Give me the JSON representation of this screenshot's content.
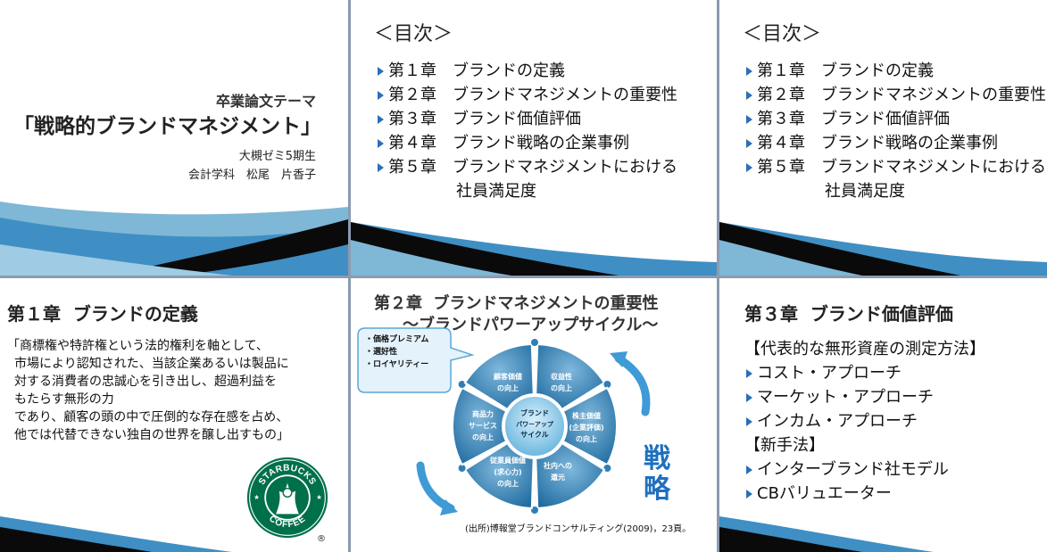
{
  "slide1": {
    "subtitle": "卒業論文テーマ",
    "title": "「戦略的ブランドマネジメント」",
    "seminar": "大槻ゼミ5期生",
    "author": "会計学科　松尾　片香子"
  },
  "slide2": {
    "heading": "＜目次＞",
    "items": [
      "第１章　ブランドの定義",
      "第２章　ブランドマネジメントの重要性",
      "第３章　ブランド価値評価",
      "第４章　ブランド戦略の企業事例",
      "第５章　ブランドマネジメントにおける",
      "社員満足度"
    ]
  },
  "slide3": {
    "heading": "＜目次＞",
    "items": [
      "第１章　ブランドの定義",
      "第２章　ブランドマネジメントの重要性",
      "第３章　ブランド価値評価",
      "第４章　ブランド戦略の企業事例",
      "第５章　ブランドマネジメントにおける",
      "社員満足度"
    ]
  },
  "slide4": {
    "title": "第１章  ブランドの定義",
    "quote": [
      "「商標権や特許権という法的権利を軸として、",
      "市場により認知された、当該企業あるいは製品に",
      "対する消費者の忠誠心を引き出し、超過利益を",
      "もたらす無形の力",
      "であり、顧客の頭の中で圧倒的な存在感を占め、",
      "他では代替できない独自の世界を醸し出すもの」"
    ],
    "logo_top": "STARBUCKS",
    "logo_bottom": "COFFEE",
    "registered": "®"
  },
  "slide5": {
    "title": "第２章  ブランドマネジメントの重要性",
    "subtitle": "～ブランドパワーアップサイクル～",
    "callout": [
      "・価格プレミアム",
      "・選好性",
      "・ロイヤリティー"
    ],
    "center": [
      "ブランド",
      "パワーアップ",
      "サイクル"
    ],
    "segments": [
      [
        "顧客価値",
        "の向上"
      ],
      [
        "収益性",
        "の向上"
      ],
      [
        "株主価値",
        "(企業評価)",
        "の向上"
      ],
      [
        "社内への",
        "還元"
      ],
      [
        "従業員価値",
        "(求心力)",
        "の向上"
      ],
      [
        "商品力",
        "サービス",
        "の向上"
      ]
    ],
    "strategy": [
      "戦",
      "略"
    ],
    "source": "(出所)博報堂ブランドコンサルティング(2009)，23頁。"
  },
  "slide6": {
    "title": "第３章  ブランド価値評価",
    "items": [
      {
        "text": "【代表的な無形資産の測定方法】",
        "bullet": false
      },
      {
        "text": "コスト・アプローチ",
        "bullet": true
      },
      {
        "text": "マーケット・アプローチ",
        "bullet": true
      },
      {
        "text": "インカム・アプローチ",
        "bullet": true
      },
      {
        "text": "【新手法】",
        "bullet": false
      },
      {
        "text": "インターブランド社モデル",
        "bullet": true
      },
      {
        "text": "CBバリュエーター",
        "bullet": true
      }
    ]
  },
  "colors": {
    "divider": "#8b9bb0",
    "bullet": "#2a6fb8",
    "swoosh_dark": "#0a0a0a",
    "swoosh_blue": "#3f8fc4",
    "cycle_blue": "#2f7fb6",
    "strategy_blue": "#1f6fc0",
    "starbucks_green": "#00704a"
  }
}
